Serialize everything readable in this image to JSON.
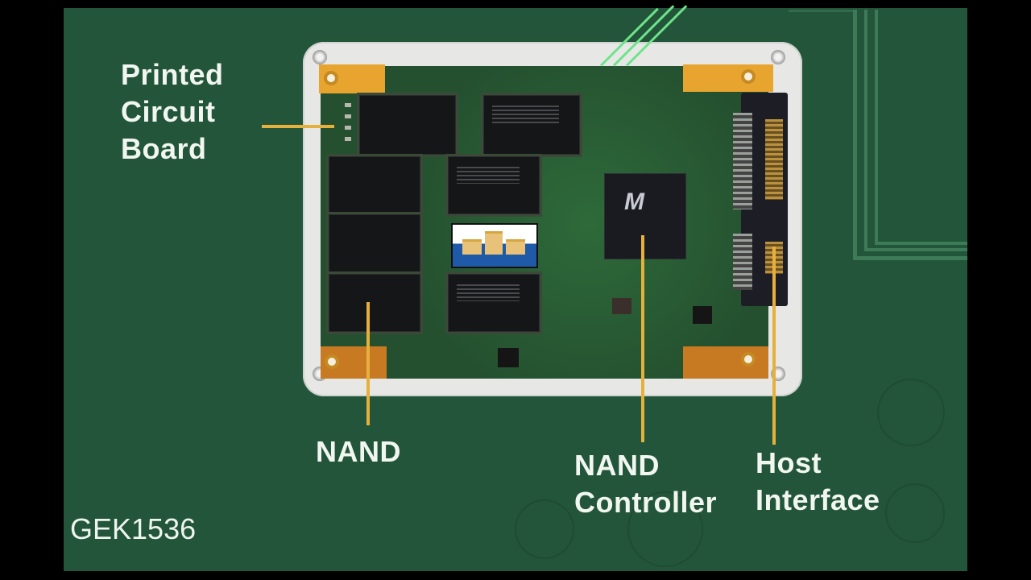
{
  "slide": {
    "background_color": "#22553a",
    "accent_color": "#e6b03c",
    "text_color": "#f2f6f0",
    "code": "GEK1536"
  },
  "labels": {
    "pcb": [
      "Printed",
      "Circuit",
      "Board"
    ],
    "nand": "NAND",
    "controller": [
      "NAND",
      "Controller"
    ],
    "host": [
      "Host",
      "Interface"
    ]
  },
  "figure": {
    "subject": "2.5-inch SSD circuit board",
    "controller_logo": "M"
  }
}
